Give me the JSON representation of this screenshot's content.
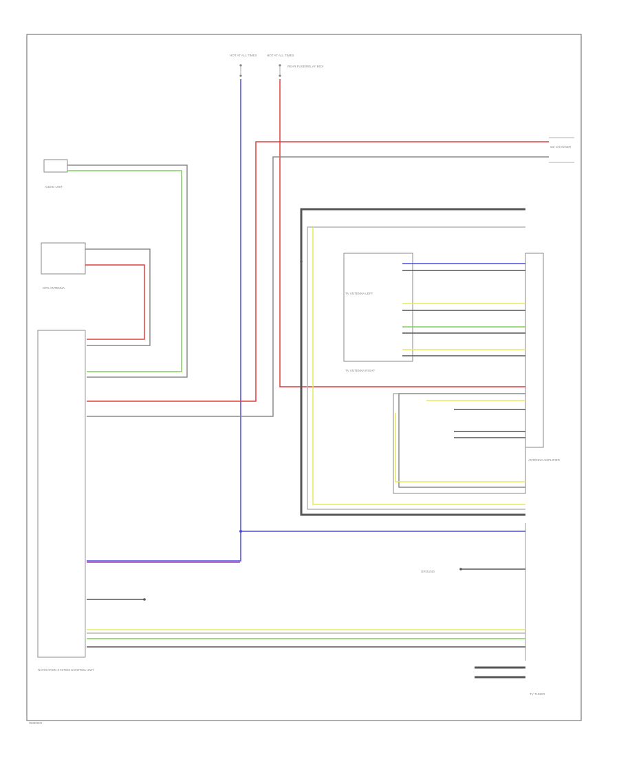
{
  "colors": {
    "red": "#e23b3b",
    "blue": "#4a4ae0",
    "green": "#7fcf5a",
    "yellow": "#e8e85a",
    "purple": "#9b3fc0",
    "dark": "#555555",
    "gray": "#8a8a8a",
    "lightgray": "#b5b5b5",
    "frame": "#7a7a7a"
  },
  "components": {
    "fuse_left": "HOT AT ALL TIMES",
    "fuse_right": "HOT AT ALL TIMES",
    "fuse_panel": "REAR FUSE/RELAY BOX",
    "top_right_connector": "CD CHANGER",
    "left_top": "AUDIO UNIT",
    "gps_antenna": "GPS ANTENNA",
    "radio_module": "NAVIGATION SYSTEM CONTROL UNIT",
    "antenna_amp": "ANTENNA AMPLIFIER",
    "tv_antenna_left": "TV ANTENNA LEFT",
    "tv_antenna_right": "TV ANTENNA RIGHT",
    "tv_tuner": "TV TUNER",
    "ground": "GROUND",
    "footer_code": "W000000"
  }
}
